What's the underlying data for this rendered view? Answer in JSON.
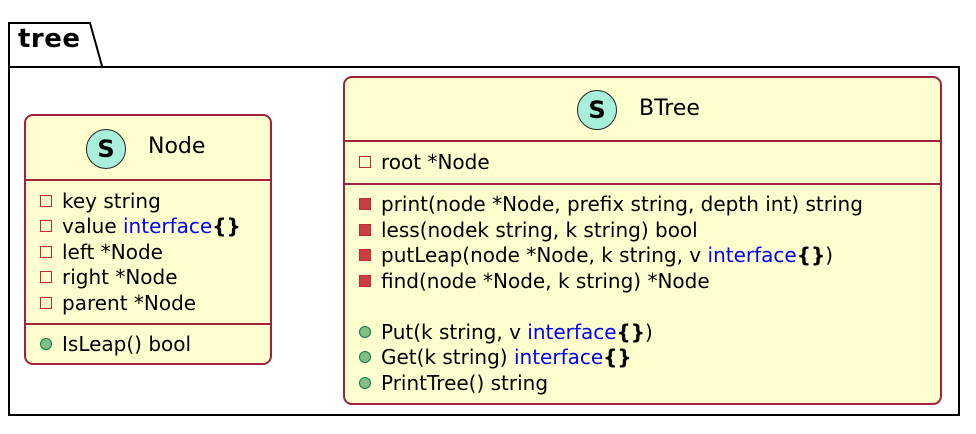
{
  "package": {
    "name": "tree"
  },
  "classes": [
    {
      "name": "Node",
      "stereotype": "S",
      "fields": [
        {
          "vis": "private",
          "text": "key string",
          "kw": "",
          "tail": ""
        },
        {
          "vis": "private",
          "text": "value ",
          "kw": "interface",
          "tail": "{}"
        },
        {
          "vis": "private",
          "text": "left *Node",
          "kw": "",
          "tail": ""
        },
        {
          "vis": "private",
          "text": "right *Node",
          "kw": "",
          "tail": ""
        },
        {
          "vis": "private",
          "text": "parent *Node",
          "kw": "",
          "tail": ""
        }
      ],
      "methods": [
        {
          "vis": "public",
          "text": "IsLeap() bool",
          "kw": "",
          "tail": "",
          "post": ""
        }
      ]
    },
    {
      "name": "BTree",
      "stereotype": "S",
      "fields": [
        {
          "vis": "private",
          "text": "root *Node",
          "kw": "",
          "tail": ""
        }
      ],
      "methods": [
        {
          "vis": "private",
          "text": "print(node *Node, prefix string, depth int) string",
          "kw": "",
          "tail": "",
          "post": ""
        },
        {
          "vis": "private",
          "text": "less(nodek string, k string) bool",
          "kw": "",
          "tail": "",
          "post": ""
        },
        {
          "vis": "private",
          "text": "putLeap(node *Node, k string, v ",
          "kw": "interface",
          "tail": "{}",
          "post": ")"
        },
        {
          "vis": "private",
          "text": "find(node *Node, k string) *Node",
          "kw": "",
          "tail": "",
          "post": ""
        },
        {
          "vis": "public",
          "text": "Put(k string, v ",
          "kw": "interface",
          "tail": "{}",
          "post": ")"
        },
        {
          "vis": "public",
          "text": "Get(k string) ",
          "kw": "interface",
          "tail": "{}",
          "post": ""
        },
        {
          "vis": "public",
          "text": "PrintTree() string",
          "kw": "",
          "tail": "",
          "post": ""
        }
      ]
    }
  ]
}
